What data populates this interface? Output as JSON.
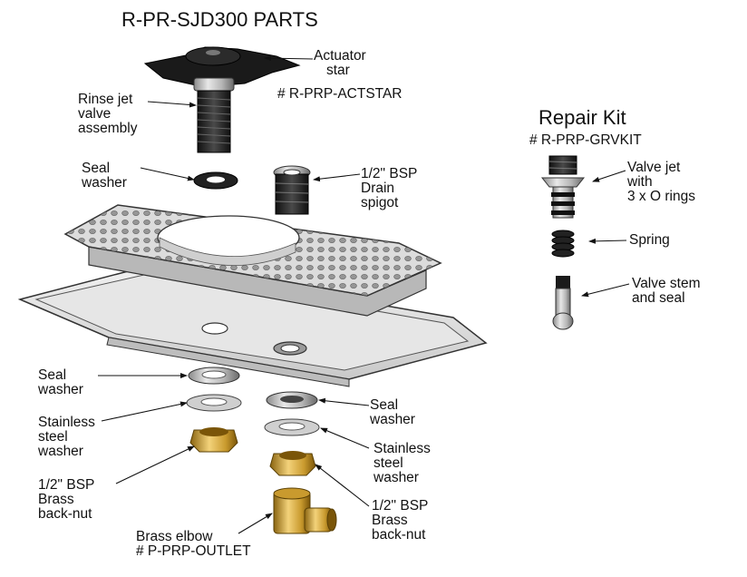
{
  "title": "R-PR-SJD300 PARTS",
  "repair_kit": {
    "title": "Repair Kit",
    "code": "# R-PRP-GRVKIT",
    "valve_jet": [
      "Valve jet",
      "with",
      "3 x O rings"
    ],
    "spring": "Spring",
    "valve_stem": [
      "Valve stem",
      "and seal"
    ]
  },
  "parts": {
    "actuator_star": [
      "Actuator",
      "star"
    ],
    "actuator_code": "# R-PRP-ACTSTAR",
    "rinse_jet": [
      "Rinse jet",
      "valve",
      "assembly"
    ],
    "seal_washer_top": [
      "Seal",
      "washer"
    ],
    "drain_spigot": [
      "1/2\" BSP",
      "Drain",
      "spigot"
    ],
    "seal_washer_left": [
      "Seal",
      "washer"
    ],
    "stainless_left": [
      "Stainless",
      "steel",
      "washer"
    ],
    "backnut_left": [
      "1/2\" BSP",
      "Brass",
      "back-nut"
    ],
    "brass_elbow": [
      "Brass elbow",
      "# P-PRP-OUTLET"
    ],
    "seal_washer_right": [
      "Seal",
      "washer"
    ],
    "stainless_right": [
      "Stainless",
      "steel",
      "washer"
    ],
    "backnut_right": [
      "1/2\" BSP",
      "Brass",
      "back-nut"
    ]
  }
}
